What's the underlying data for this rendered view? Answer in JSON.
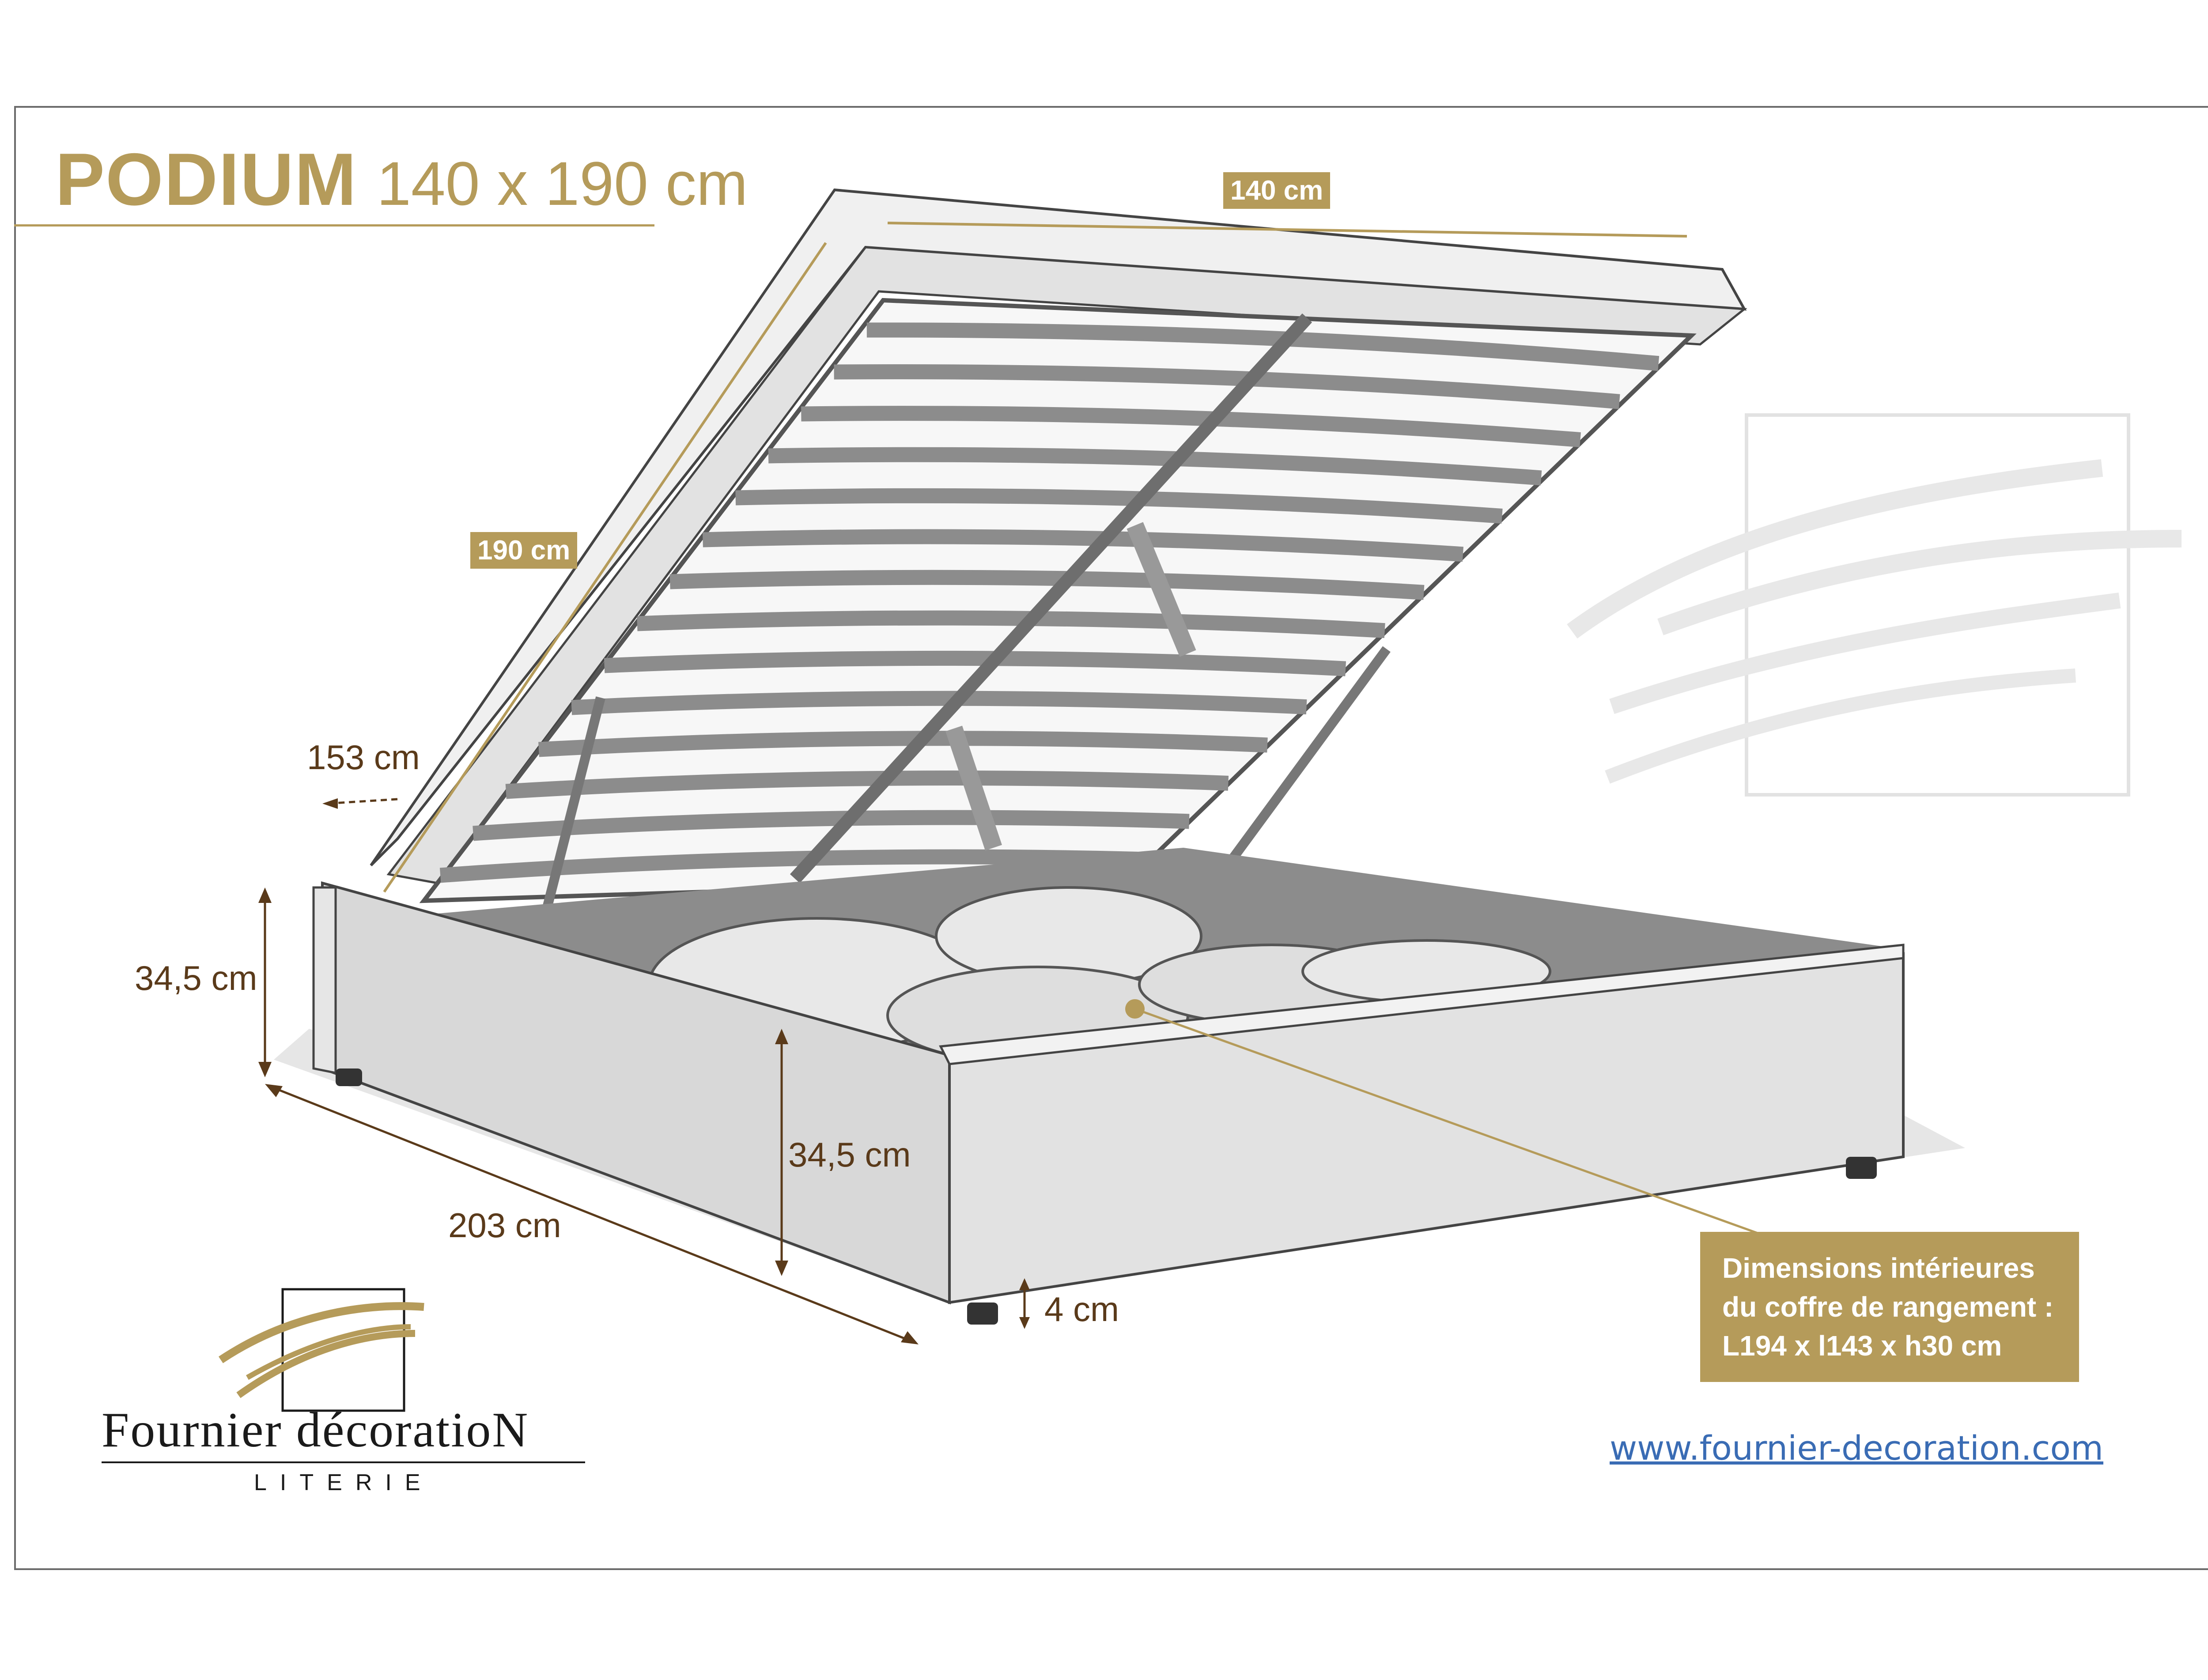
{
  "header": {
    "title": "PODIUM",
    "subtitle": "140 x 190 cm"
  },
  "dimensions": {
    "top_width": "140 cm",
    "top_length": "190 cm",
    "lift_clearance": "153 cm",
    "head_height": "34,5 cm",
    "side_height": "34,5 cm",
    "total_length": "203 cm",
    "leg_height": "4 cm"
  },
  "storage_info": {
    "line1": "Dimensions intérieures",
    "line2": "du coffre de rangement :",
    "line3": "L194 x l143 x h30 cm"
  },
  "brand": {
    "name": "Fournier décoratioN",
    "tagline": "LITERIE",
    "url": "www.fournier-decoration.com"
  },
  "colors": {
    "gold": "#b59b5a",
    "dimension_text": "#5a3a1a",
    "frame": "#6b6b6b",
    "fabric": "#dcdcdc",
    "slats": "#8c8c8c",
    "link": "#3a6cb4"
  }
}
